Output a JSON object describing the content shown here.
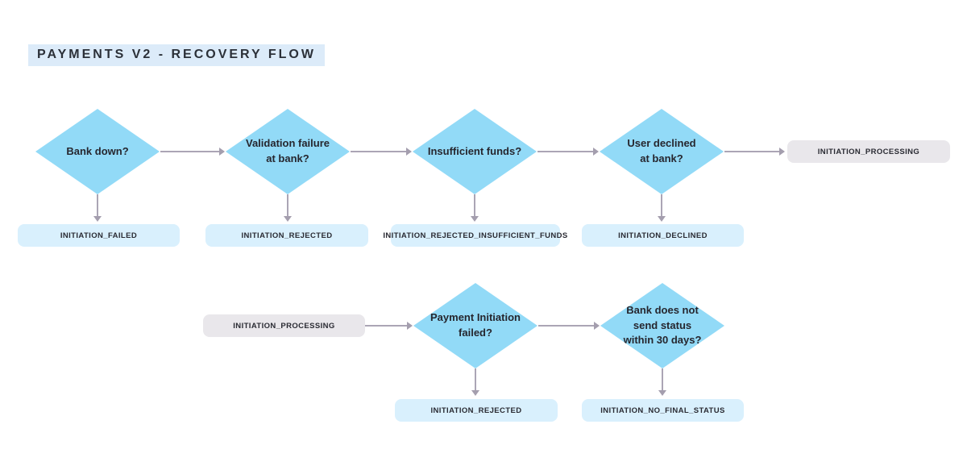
{
  "title": {
    "label": "PAYMENTS V2 - RECOVERY FLOW"
  },
  "colors": {
    "decision_fill": "#92daf7",
    "state_fill": "#d9f0fd",
    "process_fill": "#e9e7eb",
    "connector": "#aba5b5",
    "text": "#26262e",
    "title_background": "#dcebf9"
  },
  "nodes": {
    "d1": {
      "label": "Bank down?"
    },
    "d2": {
      "label": "Validation failure\nat bank?"
    },
    "d3": {
      "label": "Insufficient funds?"
    },
    "d4": {
      "label": "User declined\nat bank?"
    },
    "d5": {
      "label": "Payment Initiation\nfailed?"
    },
    "d6": {
      "label": "Bank does not\nsend status\nwithin 30 days?"
    },
    "g1": {
      "label": "INITIATION_PROCESSING"
    },
    "g2": {
      "label": "INITIATION_PROCESSING"
    },
    "r1": {
      "label": "INITIATION_FAILED"
    },
    "r2": {
      "label": "INITIATION_REJECTED"
    },
    "r3": {
      "label": "INITIATION_REJECTED_INSUFFICIENT_FUNDS"
    },
    "r4": {
      "label": "INITIATION_DECLINED"
    },
    "r5": {
      "label": "INITIATION_REJECTED"
    },
    "r6": {
      "label": "INITIATION_NO_FINAL_STATUS"
    }
  }
}
